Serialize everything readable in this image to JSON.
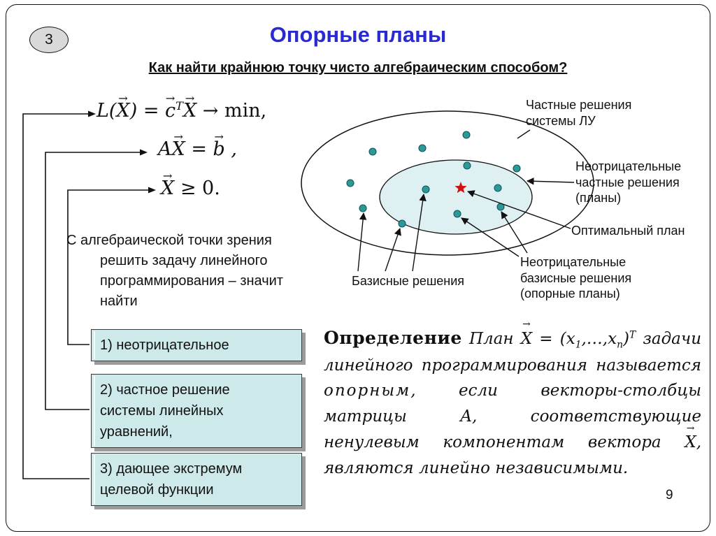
{
  "slide": {
    "badge": "3",
    "title": "Опорные планы",
    "subtitle": "Как найти крайнюю точку чисто алгебраическим способом?",
    "page_number": "9"
  },
  "formulas": {
    "f1": {
      "pre": "L(",
      "v1": "X",
      "mid": ") = ",
      "v2": "c",
      "sup": "T",
      "v3": "X",
      "post": " → min,"
    },
    "f2": {
      "pre": "A",
      "v1": "X",
      "mid": " = ",
      "v2": "b",
      "post": " ,"
    },
    "f3": {
      "v1": "X",
      "post": " ≥ 0."
    }
  },
  "paragraph": {
    "text": "С алгебраической точки зрения\nрешить задачу линейного\nпрограммирования – значит\nнайти"
  },
  "list": {
    "items": [
      {
        "label": "1) неотрицательное"
      },
      {
        "label": "2) частное решение\nсистемы линейных\nуравнений,"
      },
      {
        "label": "3) дающее экстремум\nцелевой функции"
      }
    ]
  },
  "diagram": {
    "labels": {
      "particular": "Частные решения\nсистемы ЛУ",
      "nonneg": "Неотрицательные\nчастные решения\n(планы)",
      "optimal": "Оптимальный план",
      "nonneg_basic": "Неотрицательные\nбазисные решения\n(опорные планы)",
      "basic": "Базисные решения"
    },
    "colors": {
      "dot": "#2d9898",
      "dot_edge": "#10595c",
      "inner_fill": "#def0f2",
      "star": "#d01111",
      "box_fill": "#cde9ea",
      "title_blue": "#2a2ad2"
    }
  },
  "definition": {
    "keyword": "Определение",
    "p1": "  План ",
    "v1": "X",
    "p2": " = (x",
    "sub1": "1",
    "p3": ",…,x",
    "sub2": "n",
    "close": ")",
    "sup": "T",
    "p4": " задачи линейного программирования называется ",
    "emph": "опорным",
    "p5": ", если векторы-столбцы матрицы A, соответствующие ненулевым компонентам вектора ",
    "v2": "X",
    "p6": ", являются линейно независимыми."
  }
}
